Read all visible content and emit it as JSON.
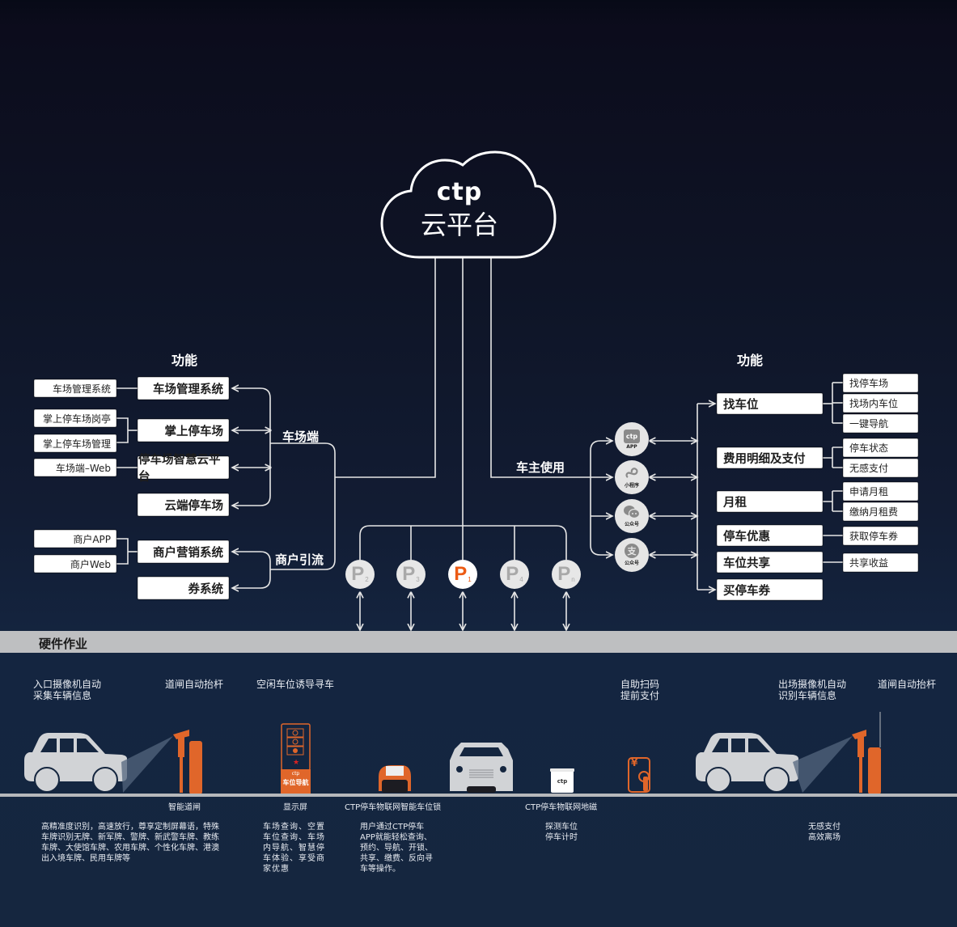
{
  "cloud": {
    "brand": "ctp",
    "title": "云平台"
  },
  "left": {
    "heading": "功能",
    "group_label_lot": "车场端",
    "group_label_merchant": "商户引流",
    "main_boxes": [
      "车场管理系统",
      "掌上停车场",
      "停车场智慧云平台",
      "云端停车场",
      "商户营销系统",
      "券系统"
    ],
    "sub_boxes": [
      "车场管理系统",
      "掌上停车场岗亭",
      "掌上停车场管理",
      "车场端–Web",
      "商户APP",
      "商户Web"
    ]
  },
  "right": {
    "heading": "功能",
    "group_label_owner": "车主使用",
    "apps": [
      {
        "icon": "ctp-app-icon",
        "caption": "APP"
      },
      {
        "icon": "mini-program-icon",
        "caption": "小程序"
      },
      {
        "icon": "wechat-icon",
        "caption": "公众号"
      },
      {
        "icon": "alipay-icon",
        "caption": "公众号"
      }
    ],
    "main_boxes": [
      "找车位",
      "费用明细及支付",
      "月租",
      "停车优惠",
      "车位共享",
      "买停车券"
    ],
    "sub_boxes": [
      "找停车场",
      "找场内车位",
      "一键导航",
      "停车状态",
      "无感支付",
      "申请月租",
      "缴纳月租费",
      "获取停车券",
      "共享收益"
    ]
  },
  "parking_nodes": [
    {
      "letter": "P",
      "sub": "2",
      "active": false
    },
    {
      "letter": "P",
      "sub": "3",
      "active": false
    },
    {
      "letter": "P",
      "sub": "1",
      "active": true
    },
    {
      "letter": "P",
      "sub": "4",
      "active": false
    },
    {
      "letter": "P",
      "sub": "n",
      "active": false
    }
  ],
  "hardware": {
    "title": "硬件作业",
    "top_captions": [
      "入口摄像机自动\n采集车辆信息",
      "道闸自动抬杆",
      "空闲车位诱导寻车",
      "自助扫码\n提前支付",
      "出场摄像机自动\n识别车辆信息",
      "道闸自动抬杆"
    ],
    "device_labels": [
      "智能道闸",
      "显示屏",
      "CTP停车物联网智能车位锁",
      "CTP停车物联网地磁"
    ],
    "descriptions": [
      "高精准度识别，高速放行，尊享定制屏幕语，特殊\n车牌识别无牌、新军牌、警牌、新武警车牌、教练\n车牌、大使馆车牌、农用车牌、个性化车牌、港澳\n出入境车牌、民用车牌等",
      "车场查询、空置\n车位查询、车场\n内导航、智慧停\n车体验、享受商\n家优惠",
      "用户通过CTP停车\nAPP就能轻松查询、\n预约、导航、开锁、\n共享、缴费、反向寻\n车等操作。",
      "探测车位\n停车计时",
      "无感支付\n高效离场"
    ],
    "display_sign": {
      "brand": "ctp",
      "text": "车位导航"
    },
    "sensor_brand": "ctp",
    "pay_symbol": "¥"
  },
  "colors": {
    "accent": "#e8682a",
    "active_p": "#ec5b14",
    "line": "#e6e6e6",
    "bar": "#bebfc1"
  }
}
